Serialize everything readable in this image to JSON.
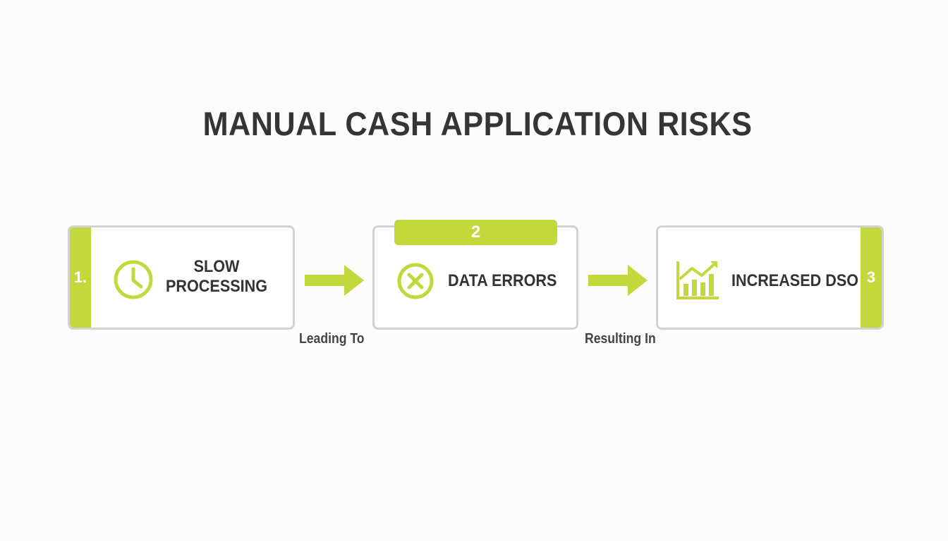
{
  "title": "MANUAL CASH APPLICATION RISKS",
  "colors": {
    "accent": "#c3d93b",
    "text": "#333333",
    "border": "#d2d2d2"
  },
  "steps": [
    {
      "number": "1.",
      "line1": "SLOW",
      "line2": "PROCESSING",
      "icon": "clock-icon"
    },
    {
      "number": "2",
      "label": "DATA ERRORS",
      "icon": "x-circle-icon"
    },
    {
      "number": "3",
      "label": "INCREASED DSO",
      "icon": "bar-chart-trend-icon"
    }
  ],
  "connectors": [
    {
      "label": "Leading To",
      "icon": "arrow-right-icon"
    },
    {
      "label": "Resulting In",
      "icon": "arrow-right-icon"
    }
  ]
}
